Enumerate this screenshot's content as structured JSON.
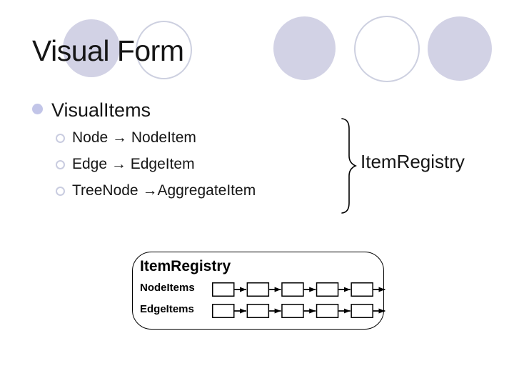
{
  "slide": {
    "title": "Visual Form",
    "bullets": {
      "main": "VisualItems",
      "sub": [
        {
          "text": "Node → NodeItem"
        },
        {
          "text": "Edge → EdgeItem"
        },
        {
          "text": "TreeNode →AggregateItem"
        }
      ]
    },
    "brace_label": "ItemRegistry",
    "registry_box": {
      "title": "ItemRegistry",
      "rows": [
        {
          "label": "NodeItems",
          "box_count": 5
        },
        {
          "label": "EdgeItems",
          "box_count": 5
        }
      ]
    },
    "colors": {
      "circle_fill": "#d2d2e5",
      "circle_outline": "#cdd0e0",
      "main_bullet_fill": "#c2c5e8",
      "sub_bullet_outline": "#c9cce0",
      "text": "#161616",
      "diagram_stroke": "#000000",
      "background": "#ffffff"
    }
  }
}
